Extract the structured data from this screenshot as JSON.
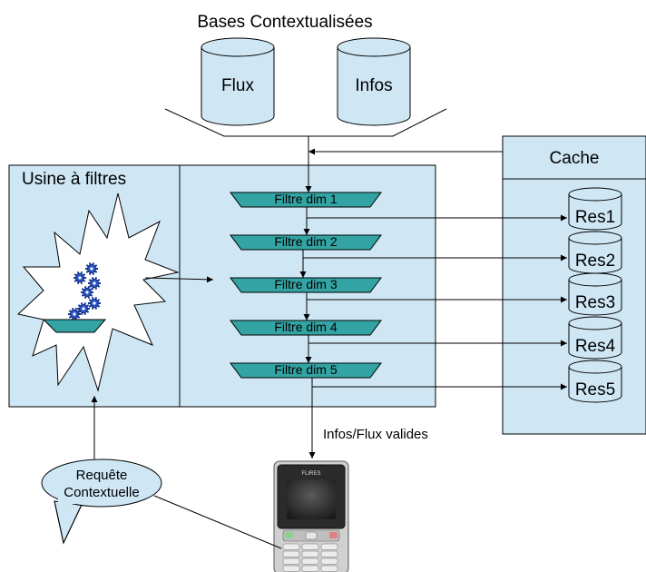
{
  "title": "Bases Contextualisées",
  "databases": [
    {
      "label": "Flux"
    },
    {
      "label": "Infos"
    }
  ],
  "factory": {
    "label": "Usine à filtres"
  },
  "cache": {
    "label": "Cache"
  },
  "filters": [
    {
      "label": "Filtre dim 1"
    },
    {
      "label": "Filtre dim 2"
    },
    {
      "label": "Filtre dim 3"
    },
    {
      "label": "Filtre dim 4"
    },
    {
      "label": "Filtre dim 5"
    }
  ],
  "results": [
    {
      "label": "Res1"
    },
    {
      "label": "Res2"
    },
    {
      "label": "Res3"
    },
    {
      "label": "Res4"
    },
    {
      "label": "Res5"
    }
  ],
  "output": {
    "label": "Infos/Flux valides"
  },
  "request": {
    "line1": "Requête",
    "line2": "Contextuelle"
  },
  "phone": {
    "brand": "FLIRES"
  },
  "colors": {
    "panel_fill": "#cfe7f5",
    "filter_fill": "#33a3a3",
    "stroke": "#000000"
  }
}
